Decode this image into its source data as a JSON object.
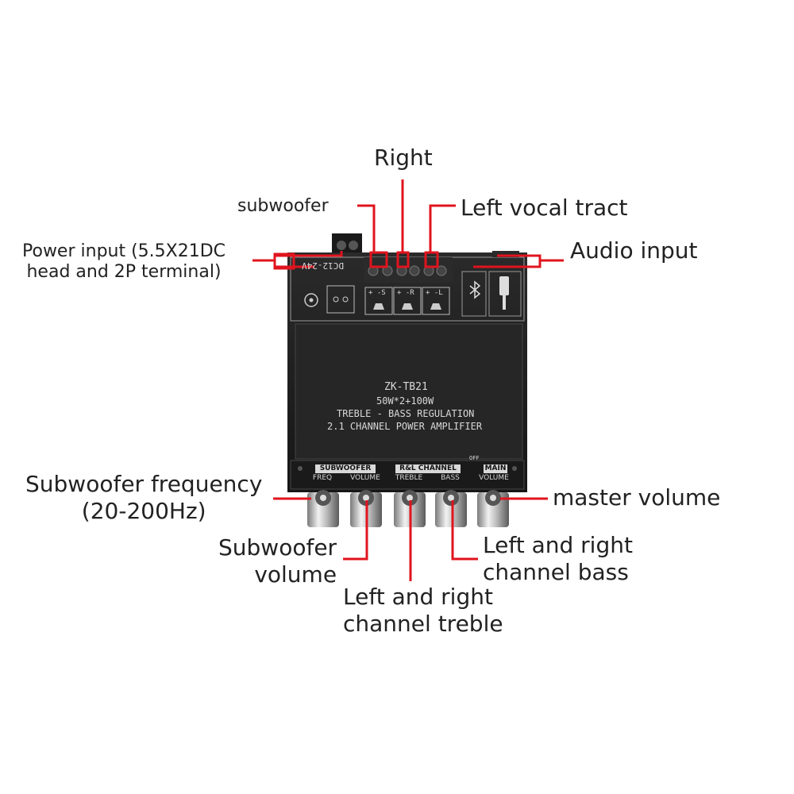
{
  "board": {
    "model": "ZK-TB21",
    "power_rating": "50W*2+100W",
    "regulation": "TREBLE - BASS REGULATION",
    "amplifier": "2.1 CHANNEL POWER AMPLIFIER",
    "dc_label": "DC12-24V",
    "speaker_outputs": [
      "+ -S",
      "+ -R",
      "+ -L"
    ],
    "group_subwoofer": "SUBWOOFER",
    "group_rl": "R&L CHANNEL",
    "group_main": "MAIN",
    "knob_labels": [
      "FREQ",
      "VOLUME",
      "TREBLE",
      "BASS",
      "VOLUME"
    ],
    "off_label": "OFF"
  },
  "callouts": {
    "right": "Right",
    "subwoofer": "subwoofer",
    "left_vocal": "Left vocal tract",
    "power_line1": "Power input (5.5X21DC",
    "power_line2": "head and 2P terminal)",
    "audio_input": "Audio input",
    "sub_freq_line1": "Subwoofer frequency",
    "sub_freq_line2": "(20-200Hz)",
    "master_volume": "master volume",
    "sub_vol_line1": "Subwoofer",
    "sub_vol_line2": "volume",
    "bass_line1": "Left and right",
    "bass_line2": "channel bass",
    "treble_line1": "Left and right",
    "treble_line2": "channel treble"
  },
  "colors": {
    "leader": "#e0141e",
    "panel": "#1b1b1b",
    "text": "#222222"
  }
}
